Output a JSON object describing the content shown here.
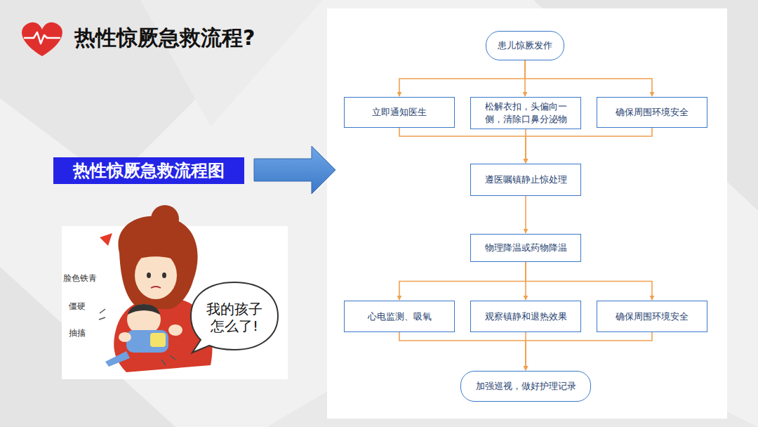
{
  "diagram": {
    "title": "热性惊厥急救流程?",
    "nodes": [
      {
        "text": [
          "热性惊厥急救流程图"
        ]
      },
      {
        "text": [
          "我的孩子怎么了!"
        ]
      },
      {
        "text": [
          "患儿惊厥发作"
        ]
      },
      {
        "text": [
          "立即通知医生"
        ]
      },
      {
        "text": [
          "松解衣扣，头偏向一侧，清除口鼻分泌物"
        ]
      },
      {
        "text": [
          "确保周围环境安全"
        ]
      },
      {
        "text": [
          "遵医嘱镇静止惊处理"
        ]
      },
      {
        "text": [
          "物理降温或药物降温"
        ]
      },
      {
        "text": [
          "心电监测、吸氧"
        ]
      },
      {
        "text": [
          "观察镇静和退热效果"
        ]
      },
      {
        "text": [
          "确保周围环境安全"
        ]
      },
      {
        "text": [
          "加强巡视，做好护理记录"
        ]
      }
    ],
    "edges": [
      {
        "from": 2,
        "to": 3,
        "arrow": "to"
      },
      {
        "from": 2,
        "to": 4,
        "arrow": "to"
      },
      {
        "from": 2,
        "to": 5,
        "arrow": "to"
      },
      {
        "from": 3,
        "to": 6,
        "arrow": "to"
      },
      {
        "from": 4,
        "to": 6,
        "arrow": "to"
      },
      {
        "from": 5,
        "to": 6,
        "arrow": "to"
      },
      {
        "from": 6,
        "to": 7,
        "arrow": "to"
      },
      {
        "from": 7,
        "to": 8,
        "arrow": "to"
      },
      {
        "from": 7,
        "to": 9,
        "arrow": "to"
      },
      {
        "from": 7,
        "to": 10,
        "arrow": "to"
      },
      {
        "from": 8,
        "to": 11,
        "arrow": "to"
      },
      {
        "from": 9,
        "to": 11,
        "arrow": "to"
      },
      {
        "from": 10,
        "to": 11,
        "arrow": "to"
      }
    ],
    "labels": [
      "脸色铁青",
      "僵硬",
      "抽搐"
    ]
  }
}
